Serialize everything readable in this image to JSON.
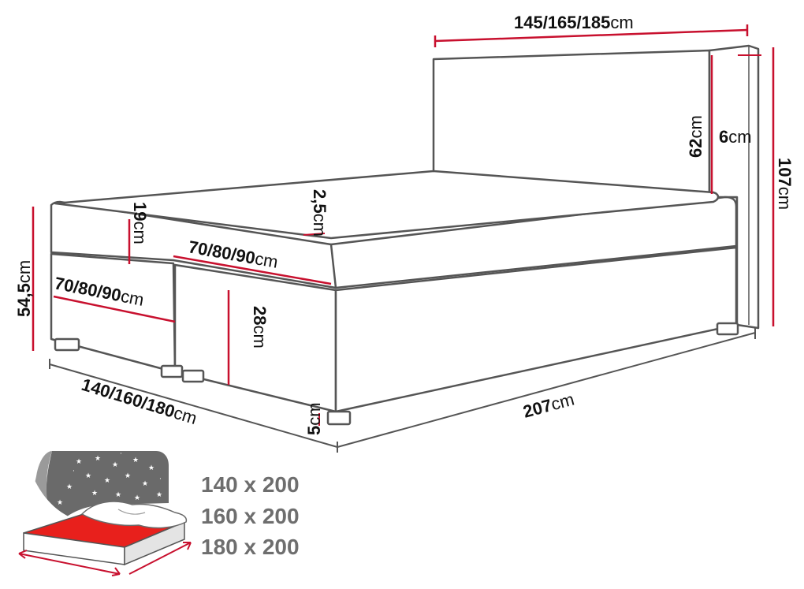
{
  "colors": {
    "outline": "#555555",
    "dimension_line": "#c8102e",
    "mattress_red": "#e8201c",
    "sky": "#6a6a6a",
    "label": "#111111",
    "size_text": "#6e6e6e"
  },
  "dimensions": {
    "headboard_width": {
      "value": "145/165/185",
      "unit": "cm"
    },
    "headboard_height": {
      "value": "62",
      "unit": "cm"
    },
    "headboard_depth": {
      "value": "6",
      "unit": "cm"
    },
    "total_height": {
      "value": "107",
      "unit": "cm"
    },
    "topper_height": {
      "value": "2,5",
      "unit": "cm"
    },
    "top_box_height": {
      "value": "19",
      "unit": "cm"
    },
    "top_panel_width": {
      "value": "70/80/90",
      "unit": "cm"
    },
    "front_panel_width": {
      "value": "70/80/90",
      "unit": "cm"
    },
    "bed_height": {
      "value": "54,5",
      "unit": "cm"
    },
    "drawer_height": {
      "value": "28",
      "unit": "cm"
    },
    "leg_height": {
      "value": "5",
      "unit": "cm"
    },
    "bed_width": {
      "value": "140/160/180",
      "unit": "cm"
    },
    "bed_length": {
      "value": "207",
      "unit": "cm"
    }
  },
  "sizes": [
    "140 x 200",
    "160 x 200",
    "180 x 200"
  ]
}
